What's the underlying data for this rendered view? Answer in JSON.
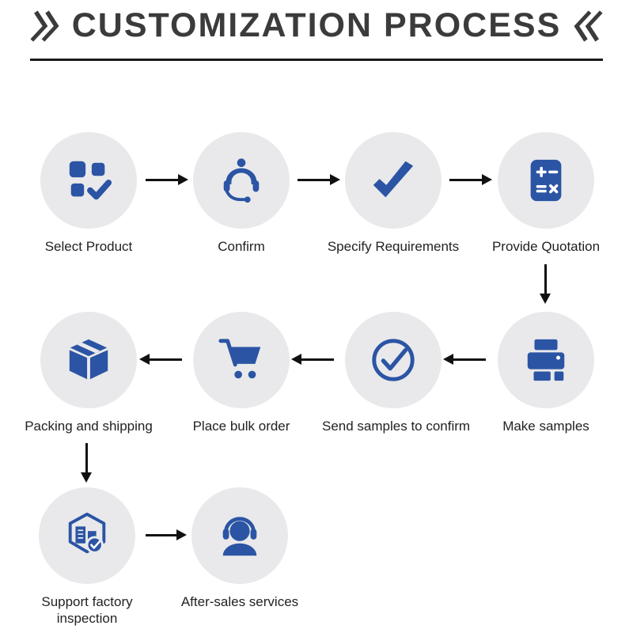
{
  "title": {
    "text": "CUSTOMIZATION PROCESS",
    "left_mark": "》",
    "right_mark": "《"
  },
  "colors": {
    "icon_blue": "#2b54a4",
    "circle_background": "#e9e9eb",
    "arrow_black": "#111111",
    "title_color": "#3b3b3b",
    "label_color": "#222222"
  },
  "rows": [
    {
      "flow": "left-to-right",
      "items": [
        {
          "label": "Select Product",
          "icon": "product-grid-check-icon"
        },
        {
          "label": "Confirm",
          "icon": "customer-service-icon"
        },
        {
          "label": "Specify Requirements",
          "icon": "checkmark-icon"
        },
        {
          "label": "Provide Quotation",
          "icon": "calculator-icon"
        }
      ]
    },
    {
      "flow": "right-to-left",
      "items": [
        {
          "label": "Packing and shipping",
          "icon": "package-box-icon"
        },
        {
          "label": "Place bulk order",
          "icon": "shopping-cart-icon"
        },
        {
          "label": "Send samples to confirm",
          "icon": "circle-check-icon"
        },
        {
          "label": "Make samples",
          "icon": "printer-icon"
        }
      ]
    },
    {
      "flow": "left-to-right",
      "items": [
        {
          "label": "Support factory inspection",
          "icon": "factory-inspection-icon"
        },
        {
          "label": "After-sales services",
          "icon": "headset-support-icon"
        }
      ]
    }
  ]
}
